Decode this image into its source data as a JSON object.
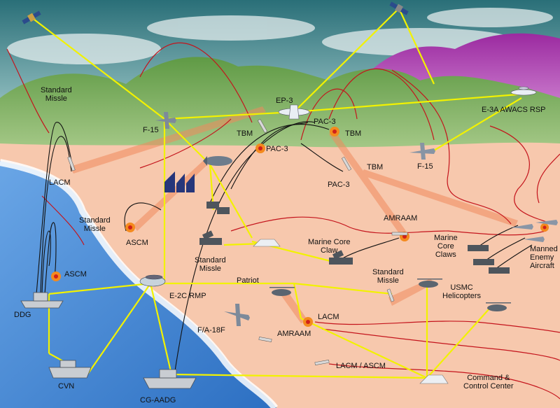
{
  "labels": {
    "standard_missle_top": "Standard\nMissle",
    "f15_left": "F-15",
    "ep3": "EP-3",
    "pac3_top": "PAC-3",
    "tbm_1": "TBM",
    "tbm_2": "TBM",
    "pac3_mid": "PAC-3",
    "tbm_3": "TBM",
    "pac3_low": "PAC-3",
    "e3a": "E-3A AWACS RSP",
    "f15_right": "F-15",
    "lacm_left": "LACM",
    "standard_missle_left": "Standard\nMissle",
    "ascm_mid": "ASCM",
    "amraam_top": "AMRAAM",
    "marine_core_claw": "Marine Core\nClaw",
    "marine_core_claws": "Marine\nCore\nClaws",
    "manned_enemy_aircraft": "Manned\nEnemy\nAircraft",
    "standard_missle_mid": "Standard\nMissle",
    "patriot": "Patriot",
    "ascm_left": "ASCM",
    "e2c": "E-2C RMP",
    "standard_missle_right": "Standard\nMissle",
    "usmc_helicopters": "USMC\nHelicopters",
    "ddg": "DDG",
    "lacm_low": "LACM",
    "fa18f": "F/A-18F",
    "amraam_low": "AMRAAM",
    "lacm_ascm": "LACM / ASCM",
    "cvn": "CVN",
    "cg_aadg": "CG-AADG",
    "command_center": "Command &\nControl Center"
  },
  "colors": {
    "sky_top": "#2a6f78",
    "sky_bottom": "#cfe3e6",
    "land": "#f7c8ad",
    "sea": "#4d8ed6",
    "link": "#f2f200",
    "track": "#c4141c",
    "intercept": "#111111",
    "beam": "#f08a5d"
  }
}
